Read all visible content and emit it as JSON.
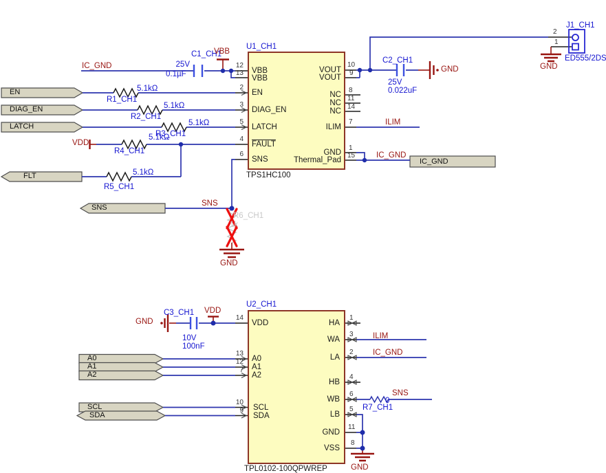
{
  "colors": {
    "wire": "#2d35ae",
    "net": "#981410",
    "designator": "#1515d0",
    "chipFill": "#fdfcc0",
    "chipBorder": "#8d3526",
    "portFill": "#d8d5c2",
    "ghost": "#c9c9c9",
    "xmark": "#ee1010"
  },
  "u1": {
    "designator": "U1_CH1",
    "part": "TPS1HC100",
    "pins_left": [
      {
        "num": "12",
        "name": "VBB"
      },
      {
        "num": "13",
        "name": "VBB"
      },
      {
        "num": "2",
        "name": "EN"
      },
      {
        "num": "3",
        "name": "DIAG_EN"
      },
      {
        "num": "5",
        "name": "LATCH"
      },
      {
        "num": "4",
        "name": "FAULT"
      },
      {
        "num": "6",
        "name": "SNS"
      }
    ],
    "pins_right": [
      {
        "num": "10",
        "name": "VOUT"
      },
      {
        "num": "9",
        "name": "VOUT"
      },
      {
        "num": "8",
        "name": "NC"
      },
      {
        "num": "11",
        "name": "NC"
      },
      {
        "num": "14",
        "name": "NC"
      },
      {
        "num": "7",
        "name": "ILIM"
      },
      {
        "num": "1",
        "name": "GND"
      },
      {
        "num": "15",
        "name": "Thermal_Pad"
      }
    ]
  },
  "u2": {
    "designator": "U2_CH1",
    "part": "TPL0102-100QPWREP",
    "pins_left": [
      {
        "num": "14",
        "name": "VDD"
      },
      {
        "num": "13",
        "name": "A0"
      },
      {
        "num": "12",
        "name": "A1"
      },
      {
        "num": "7",
        "name": "A2"
      },
      {
        "num": "10",
        "name": "SCL"
      },
      {
        "num": "9",
        "name": "SDA"
      }
    ],
    "pins_right": [
      {
        "num": "1",
        "name": "HA"
      },
      {
        "num": "3",
        "name": "WA"
      },
      {
        "num": "2",
        "name": "LA"
      },
      {
        "num": "4",
        "name": "HB"
      },
      {
        "num": "6",
        "name": "WB"
      },
      {
        "num": "5",
        "name": "LB"
      },
      {
        "num": "11",
        "name": "GND"
      },
      {
        "num": "8",
        "name": "VSS"
      }
    ]
  },
  "j1": {
    "designator": "J1_CH1",
    "part": "ED555/2DS",
    "pin_top": "2",
    "pin_bottom": "1"
  },
  "capacitors": {
    "c1": {
      "designator": "C1_CH1",
      "voltage": "25V",
      "value": "0.1µF"
    },
    "c2": {
      "designator": "C2_CH1",
      "voltage": "25V",
      "value": "0.022uF"
    },
    "c3": {
      "designator": "C3_CH1",
      "voltage": "10V",
      "value": "100nF"
    }
  },
  "resistors": {
    "r1": {
      "designator": "R1_CH1",
      "value": "5.1kΩ"
    },
    "r2": {
      "designator": "R2_CH1",
      "value": "5.1kΩ"
    },
    "r3": {
      "designator": "R3_CH1",
      "value": "5.1kΩ"
    },
    "r4": {
      "designator": "R4_CH1",
      "value": "5.1kΩ"
    },
    "r5": {
      "designator": "R5_CH1",
      "value": "5.1kΩ"
    },
    "r6": {
      "designator": "R6_CH1",
      "value": "1k"
    },
    "r7": {
      "designator": "R7_CH1",
      "value": "0"
    }
  },
  "ports": {
    "en": "EN",
    "diag_en": "DIAG_EN",
    "latch": "LATCH",
    "flt": "FLT",
    "sns": "SNS",
    "ic_gnd": "IC_GND",
    "a0": "A0",
    "a1": "A1",
    "a2": "A2",
    "scl": "SCL",
    "sda": "SDA"
  },
  "nets": {
    "ic_gnd_top": "IC_GND",
    "vbb": "VBB",
    "vdd_left": "VDD",
    "sns_mid": "SNS",
    "ilim_u1": "ILIM",
    "ic_gnd_u1": "IC_GND",
    "gnd_c2": "GND",
    "gnd_j1": "GND",
    "gnd_r6": "GND",
    "vdd_u2": "VDD",
    "gnd_c3": "GND",
    "ilim_u2": "ILIM",
    "ic_gnd_u2": "IC_GND",
    "sns_u2": "SNS",
    "gnd_u2": "GND"
  }
}
